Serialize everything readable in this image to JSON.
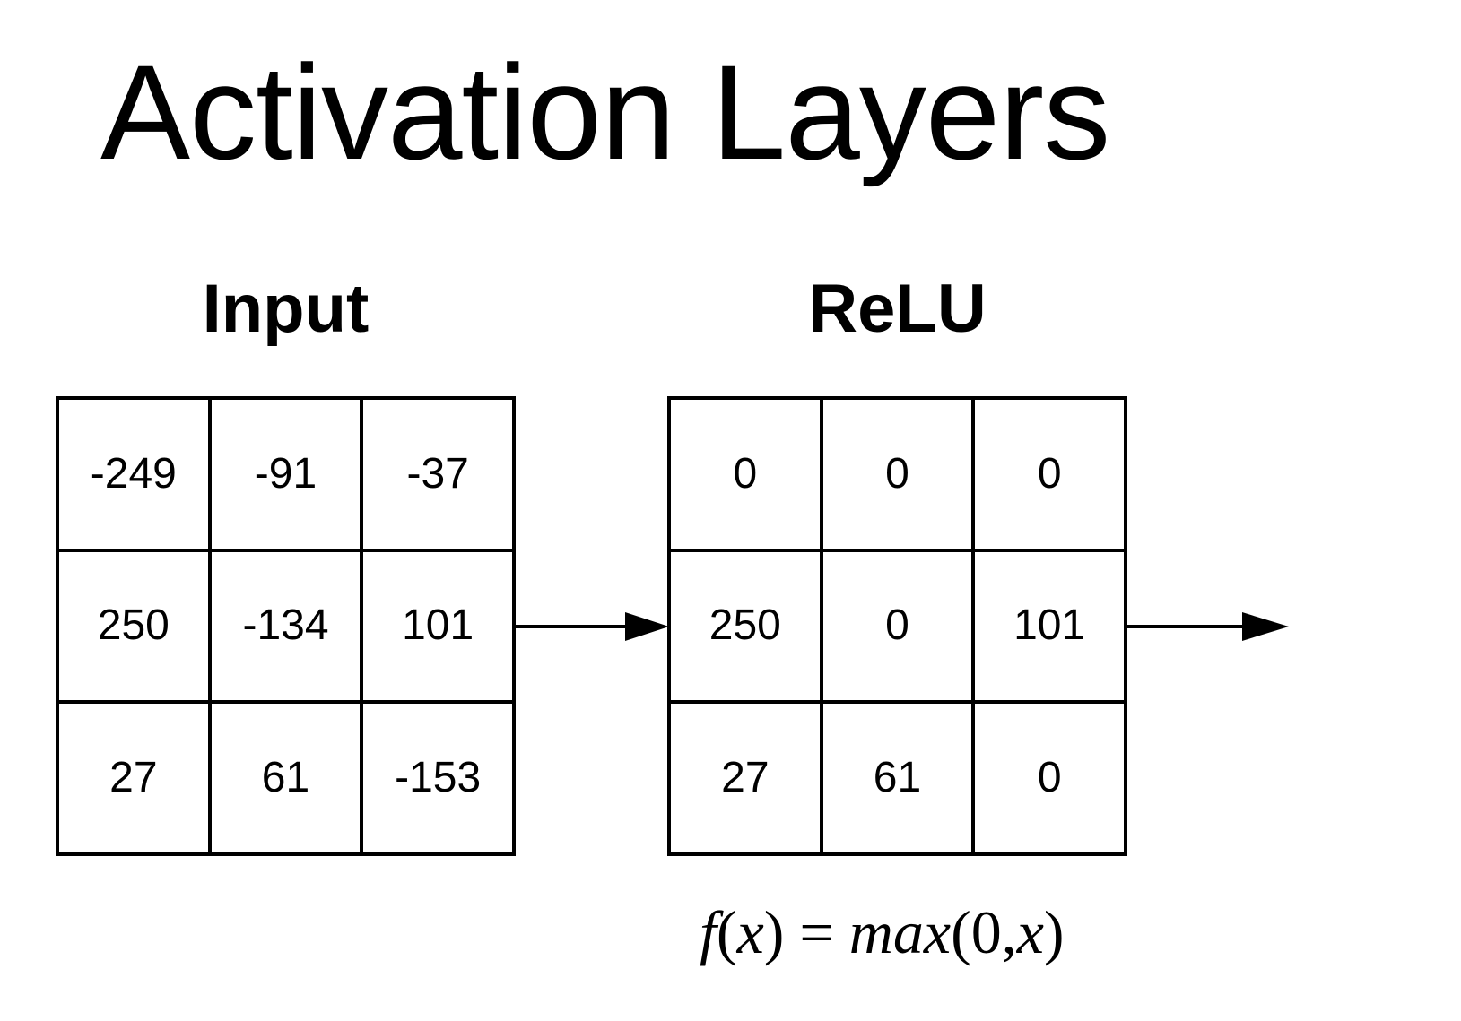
{
  "title": "Activation Layers",
  "input_grid": {
    "label": "Input",
    "cells": [
      "-249",
      "-91",
      "-37",
      "250",
      "-134",
      "101",
      "27",
      "61",
      "-153"
    ]
  },
  "relu_grid": {
    "label": "ReLU",
    "cells": [
      "0",
      "0",
      "0",
      "250",
      "0",
      "101",
      "27",
      "61",
      "0"
    ]
  },
  "formula": {
    "f": "f",
    "open1": "(",
    "x1": "x",
    "close1": ")",
    "eq": " = ",
    "max": "max",
    "open2": "(",
    "zero": "0",
    "comma": ",",
    "x2": "x",
    "close2": ")"
  },
  "colors": {
    "foreground": "#000000",
    "background": "#ffffff"
  }
}
